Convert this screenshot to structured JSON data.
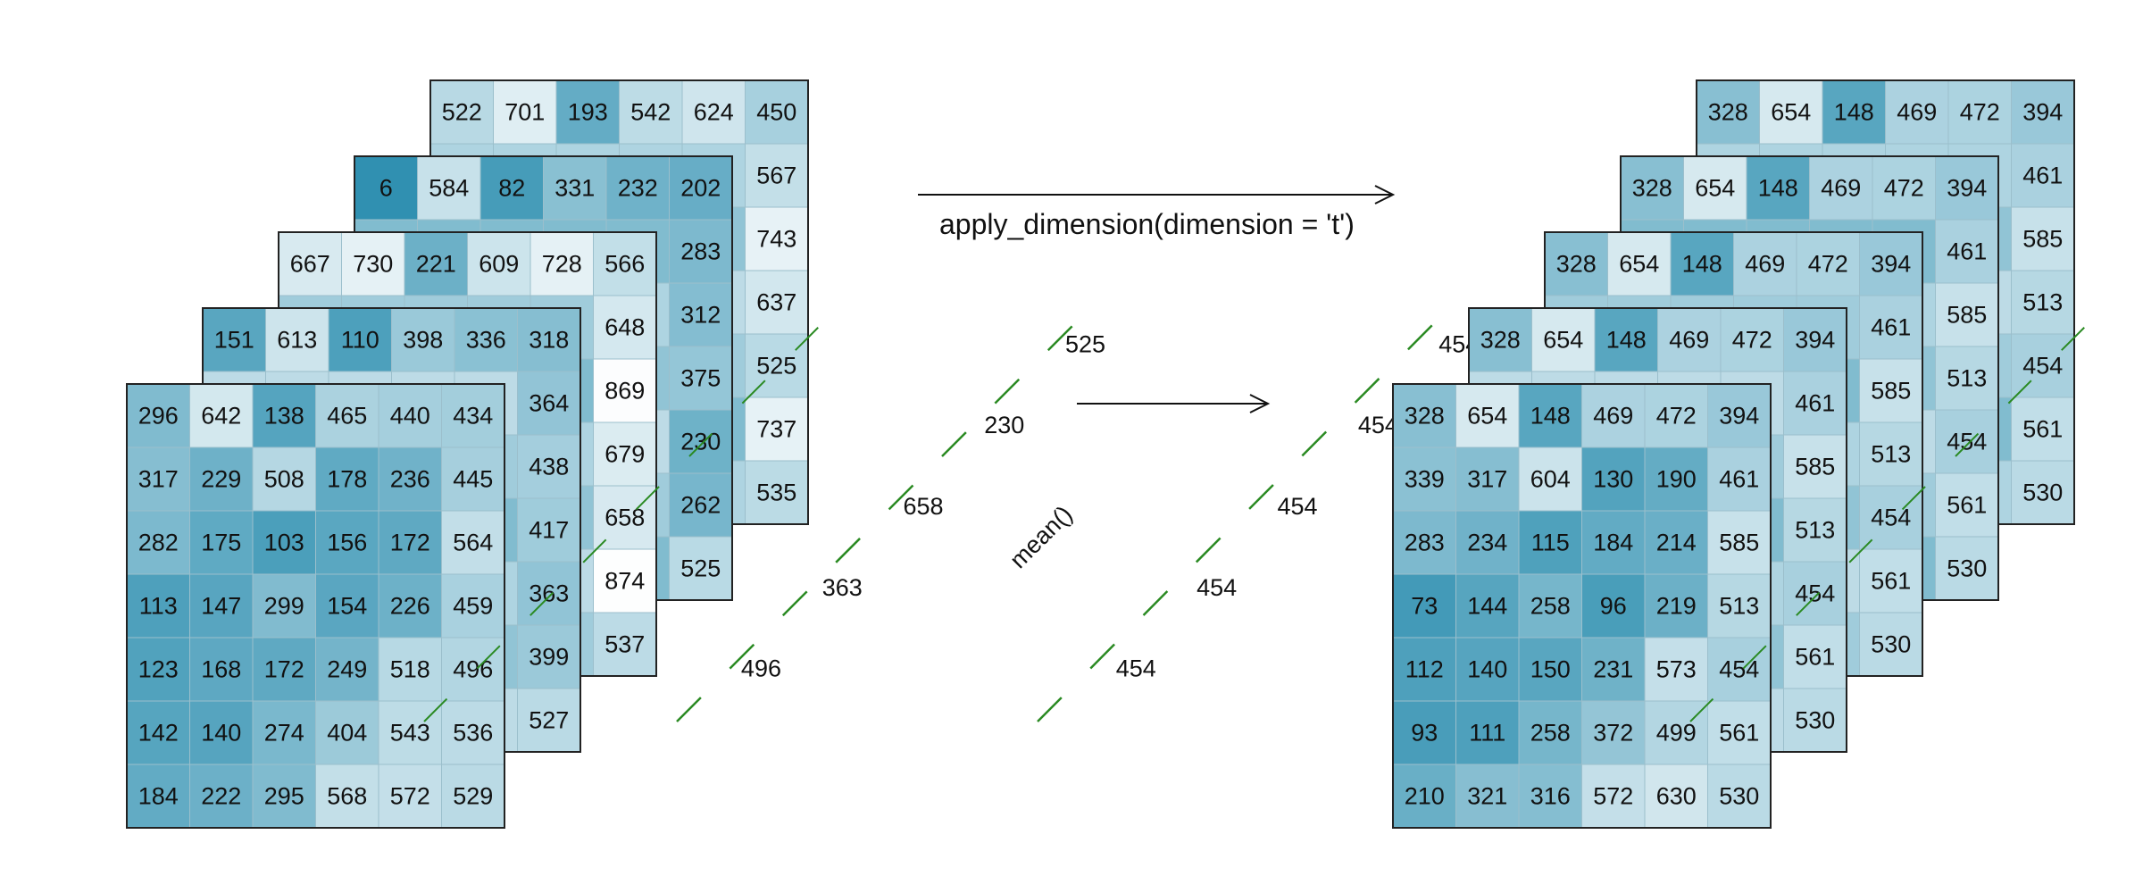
{
  "operation_label": "apply_dimension(dimension = 't')",
  "function_label": "mean()",
  "colors": {
    "low": "#ffffff",
    "high": "#2e8fb0",
    "grid": "#9bbfcc",
    "border": "#222222",
    "diag": "#2a8a22"
  },
  "value_range": [
    0,
    900
  ],
  "input_cube": {
    "frames": [
      {
        "grid": [
          [
            522,
            701,
            193,
            542,
            624,
            450
          ],
          [
            null,
            null,
            null,
            null,
            null,
            567
          ],
          [
            null,
            null,
            null,
            null,
            null,
            743
          ],
          [
            null,
            null,
            null,
            null,
            null,
            637
          ],
          [
            null,
            null,
            null,
            null,
            null,
            525
          ],
          [
            null,
            null,
            null,
            null,
            null,
            737
          ],
          [
            null,
            null,
            null,
            null,
            null,
            535
          ]
        ]
      },
      {
        "grid": [
          [
            6,
            584,
            82,
            331,
            232,
            202
          ],
          [
            null,
            null,
            null,
            null,
            null,
            283
          ],
          [
            null,
            null,
            null,
            null,
            null,
            312
          ],
          [
            null,
            null,
            null,
            null,
            null,
            375
          ],
          [
            null,
            null,
            null,
            null,
            null,
            230
          ],
          [
            null,
            null,
            null,
            null,
            null,
            262
          ],
          [
            null,
            null,
            null,
            null,
            null,
            525
          ]
        ]
      },
      {
        "grid": [
          [
            667,
            730,
            221,
            609,
            728,
            566
          ],
          [
            null,
            null,
            null,
            null,
            null,
            648
          ],
          [
            null,
            null,
            null,
            null,
            null,
            869
          ],
          [
            null,
            null,
            null,
            null,
            null,
            679
          ],
          [
            null,
            null,
            null,
            null,
            null,
            658
          ],
          [
            null,
            null,
            null,
            null,
            null,
            874
          ],
          [
            null,
            null,
            null,
            null,
            null,
            537
          ]
        ]
      },
      {
        "grid": [
          [
            151,
            613,
            110,
            398,
            336,
            318
          ],
          [
            null,
            null,
            null,
            null,
            null,
            364
          ],
          [
            null,
            null,
            null,
            null,
            null,
            438
          ],
          [
            null,
            null,
            null,
            null,
            null,
            417
          ],
          [
            null,
            null,
            null,
            null,
            null,
            363
          ],
          [
            null,
            null,
            null,
            null,
            null,
            399
          ],
          [
            null,
            null,
            null,
            null,
            null,
            527
          ]
        ]
      },
      {
        "grid": [
          [
            296,
            642,
            138,
            465,
            440,
            434
          ],
          [
            317,
            229,
            508,
            178,
            236,
            445
          ],
          [
            282,
            175,
            103,
            156,
            172,
            564
          ],
          [
            113,
            147,
            299,
            154,
            226,
            459
          ],
          [
            123,
            168,
            172,
            249,
            518,
            496
          ],
          [
            142,
            140,
            274,
            404,
            543,
            536
          ],
          [
            184,
            222,
            295,
            568,
            572,
            529
          ]
        ]
      }
    ],
    "time_series_values": [
      "525",
      "230",
      "658",
      "363",
      "496"
    ]
  },
  "output_cube": {
    "frames": [
      {
        "grid": [
          [
            328,
            654,
            148,
            469,
            472,
            394
          ],
          [
            null,
            null,
            null,
            null,
            null,
            461
          ],
          [
            null,
            null,
            null,
            null,
            null,
            585
          ],
          [
            null,
            null,
            null,
            null,
            null,
            513
          ],
          [
            null,
            null,
            null,
            null,
            null,
            454
          ],
          [
            null,
            null,
            null,
            null,
            null,
            561
          ],
          [
            null,
            null,
            null,
            null,
            null,
            530
          ]
        ]
      },
      {
        "grid": [
          [
            328,
            654,
            148,
            469,
            472,
            394
          ],
          [
            null,
            null,
            null,
            null,
            null,
            461
          ],
          [
            null,
            null,
            null,
            null,
            null,
            585
          ],
          [
            null,
            null,
            null,
            null,
            null,
            513
          ],
          [
            null,
            null,
            null,
            null,
            null,
            454
          ],
          [
            null,
            null,
            null,
            null,
            null,
            561
          ],
          [
            null,
            null,
            null,
            null,
            null,
            530
          ]
        ]
      },
      {
        "grid": [
          [
            328,
            654,
            148,
            469,
            472,
            394
          ],
          [
            null,
            null,
            null,
            null,
            null,
            461
          ],
          [
            null,
            null,
            null,
            null,
            null,
            585
          ],
          [
            null,
            null,
            null,
            null,
            null,
            513
          ],
          [
            null,
            null,
            null,
            null,
            null,
            454
          ],
          [
            null,
            null,
            null,
            null,
            null,
            561
          ],
          [
            null,
            null,
            null,
            null,
            null,
            530
          ]
        ]
      },
      {
        "grid": [
          [
            328,
            654,
            148,
            469,
            472,
            394
          ],
          [
            null,
            null,
            null,
            null,
            null,
            461
          ],
          [
            null,
            null,
            null,
            null,
            null,
            585
          ],
          [
            null,
            null,
            null,
            null,
            null,
            513
          ],
          [
            null,
            null,
            null,
            null,
            null,
            454
          ],
          [
            null,
            null,
            null,
            null,
            null,
            561
          ],
          [
            null,
            null,
            null,
            null,
            null,
            530
          ]
        ]
      },
      {
        "grid": [
          [
            328,
            654,
            148,
            469,
            472,
            394
          ],
          [
            339,
            317,
            604,
            130,
            190,
            461
          ],
          [
            283,
            234,
            115,
            184,
            214,
            585
          ],
          [
            73,
            144,
            258,
            96,
            219,
            513
          ],
          [
            112,
            140,
            150,
            231,
            573,
            454
          ],
          [
            93,
            111,
            258,
            372,
            499,
            561
          ],
          [
            210,
            321,
            316,
            572,
            630,
            530
          ]
        ]
      }
    ],
    "time_series_values": [
      "454",
      "454",
      "454",
      "454",
      "454"
    ]
  }
}
